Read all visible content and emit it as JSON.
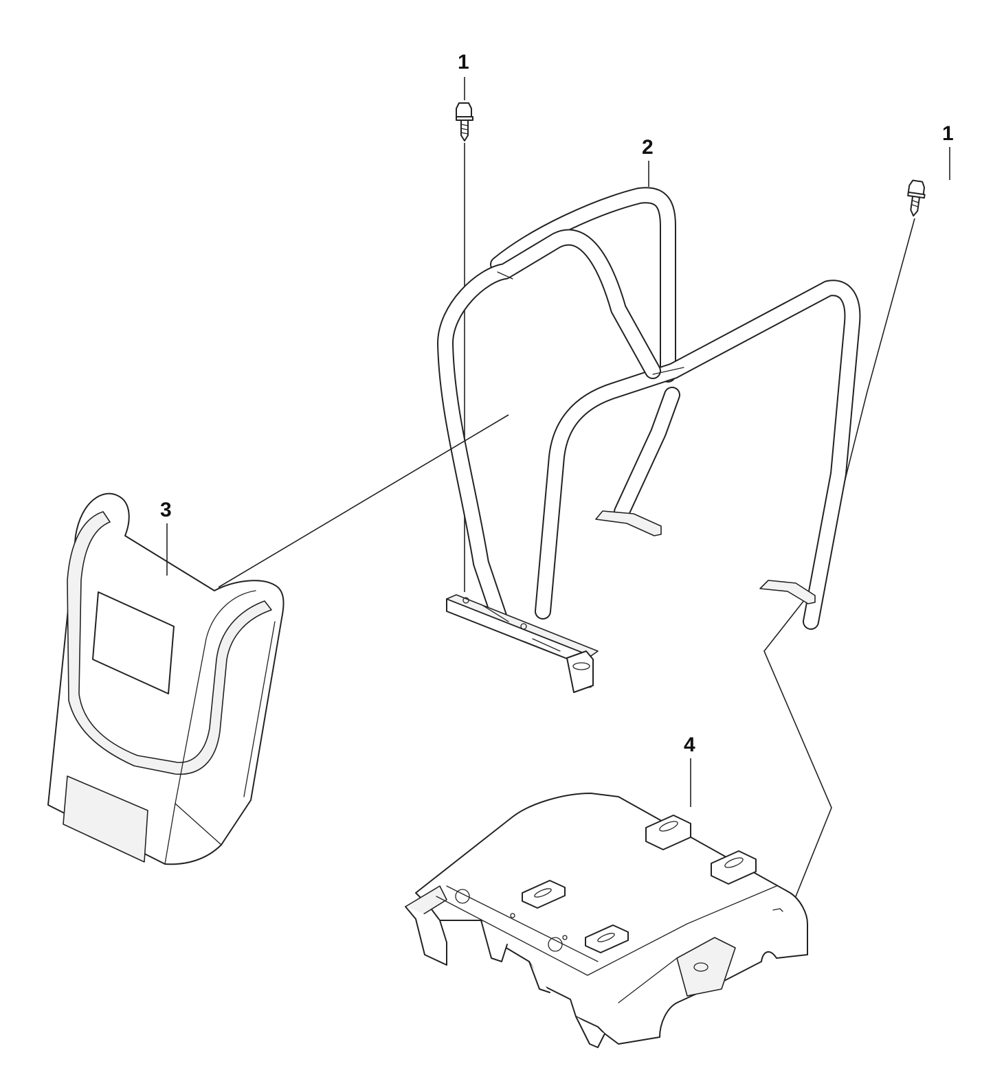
{
  "callouts": [
    {
      "id": "callout-1a",
      "label": "1"
    },
    {
      "id": "callout-1b",
      "label": "1"
    },
    {
      "id": "callout-2",
      "label": "2"
    },
    {
      "id": "callout-3",
      "label": "3"
    },
    {
      "id": "callout-4",
      "label": "4"
    }
  ],
  "colors": {
    "line": "#222222",
    "background": "#ffffff",
    "panel_fill": "#f2f2f2"
  }
}
